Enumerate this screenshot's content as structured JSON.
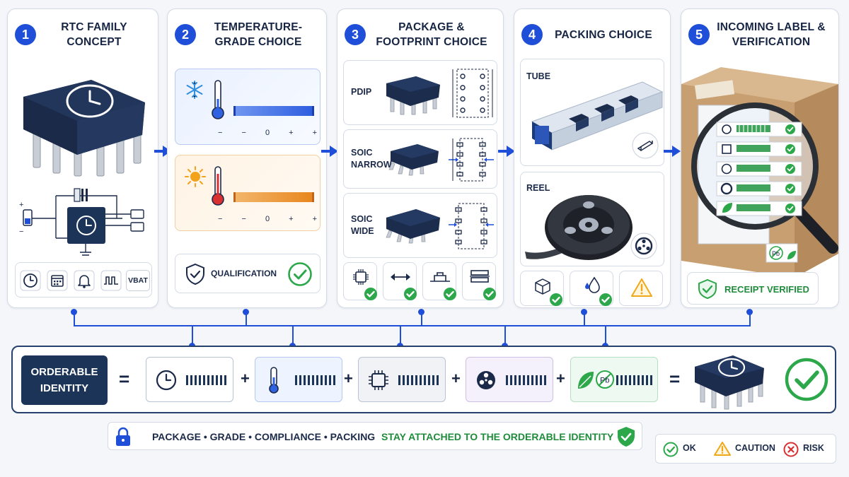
{
  "steps": [
    {
      "num": "1",
      "title": "RTC FAMILY CONCEPT"
    },
    {
      "num": "2",
      "title": "TEMPERATURE-GRADE CHOICE"
    },
    {
      "num": "3",
      "title": "PACKAGE & FOOTPRINT CHOICE"
    },
    {
      "num": "4",
      "title": "PACKING CHOICE"
    },
    {
      "num": "5",
      "title": "INCOMING LABEL & VERIFICATION"
    }
  ],
  "step1": {
    "features": [
      "clock-icon",
      "calendar-icon",
      "alarm-bell-icon",
      "square-wave-icon",
      "VBAT"
    ],
    "battery_plus": "+",
    "battery_minus": "−"
  },
  "step2": {
    "cold_scale": [
      "−",
      "−",
      "0",
      "+",
      "+"
    ],
    "hot_scale": [
      "−",
      "−",
      "0",
      "+",
      "+"
    ],
    "qualification": "QUALIFICATION"
  },
  "step3": {
    "packages": [
      "PDIP",
      "SOIC NARROW",
      "SOIC WIDE"
    ],
    "checks": [
      "chip-icon",
      "width-arrows-icon",
      "footprint-icon",
      "stack-icon"
    ]
  },
  "step4": {
    "tube": "TUBE",
    "reel": "REEL",
    "checks": [
      "box-icon",
      "moisture-drop-icon",
      "warning-icon"
    ]
  },
  "step5": {
    "receipt": "RECEIPT VERIFIED",
    "pb_mark": "Pb"
  },
  "identity": {
    "label": "ORDERABLE IDENTITY",
    "equals": "=",
    "plus": "+",
    "segments": [
      "clock-icon",
      "thermometer-icon",
      "chip-icon",
      "reel-icon",
      "leaf-pb-free-icon"
    ],
    "pb_mark": "Pb"
  },
  "rule": {
    "items": "PACKAGE • GRADE • COMPLIANCE • PACKING",
    "highlight": "STAY ATTACHED TO THE ORDERABLE IDENTITY"
  },
  "legend": {
    "ok": "OK",
    "caution": "CAUTION",
    "risk": "RISK"
  },
  "colors": {
    "accent": "#1f4fd8",
    "navy": "#1b3458",
    "ok": "#2ca84a",
    "caution": "#f0a818",
    "risk": "#d93030",
    "cold": "#2f62e0",
    "hot": "#e8871e"
  }
}
